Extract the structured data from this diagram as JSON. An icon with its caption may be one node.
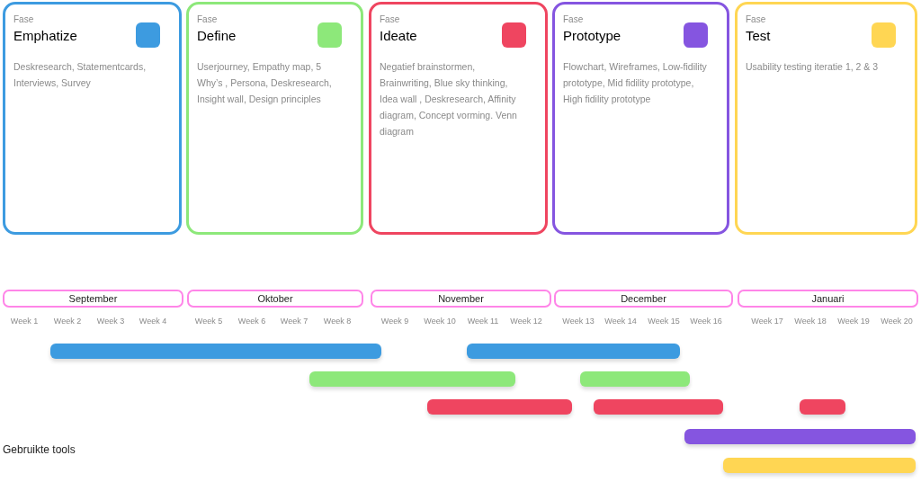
{
  "diagram": {
    "nodes": [
      {
        "text": [
          "Fase",
          "Emphatize",
          "Deskresearch, Statementcards, Interviews, Survey"
        ]
      },
      {
        "text": [
          "Fase",
          "Define",
          "Userjourney, Empathy map, 5 Why’s , Persona, Deskresearch, Insight wall, Design principles"
        ]
      },
      {
        "text": [
          "Fase",
          "Ideate",
          "Negatief brainstormen, Brainwriting, Blue sky thinking, Idea wall , Deskresearch, Affinity diagram, Concept vorming. Venn diagram"
        ]
      },
      {
        "text": [
          "Fase",
          "Prototype",
          "Flowchart, Wireframes, Low-fidility prototype, Mid fidility prototype, High fidility prototype"
        ]
      },
      {
        "text": [
          "Fase",
          "Test",
          "Usability testing iteratie 1, 2 & 3"
        ]
      },
      {
        "text": [
          "September"
        ]
      },
      {
        "text": [
          "Oktober"
        ]
      },
      {
        "text": [
          "November"
        ]
      },
      {
        "text": [
          "December"
        ]
      },
      {
        "text": [
          "Januari"
        ]
      },
      {
        "text": [],
        "shape": "bar"
      },
      {
        "text": [],
        "shape": "bar"
      },
      {
        "text": [],
        "shape": "bar"
      },
      {
        "text": [],
        "shape": "bar"
      },
      {
        "text": [],
        "shape": "bar"
      },
      {
        "text": [],
        "shape": "bar"
      },
      {
        "text": [],
        "shape": "bar"
      },
      {
        "text": [],
        "shape": "bar"
      },
      {
        "text": [],
        "shape": "bar"
      }
    ],
    "labels": [
      "Week 1",
      "Week 2",
      "Week 3",
      "Week 4",
      "Week 5",
      "Week 6",
      "Week 7",
      "Week 8",
      "Week 9",
      "Week 10",
      "Week 11",
      "Week 12",
      "Week 13",
      "Week 14",
      "Week 15",
      "Week 16",
      "Week 17",
      "Week 18",
      "Week 19",
      "Week 20",
      "Gebruikte tools"
    ]
  }
}
